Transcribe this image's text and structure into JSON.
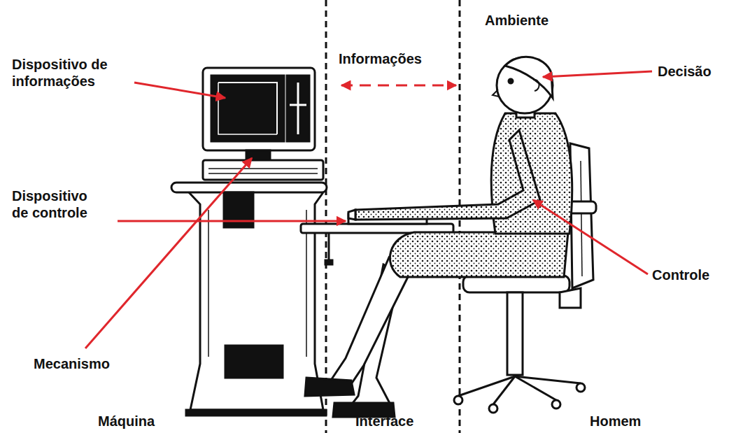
{
  "diagram": {
    "labels": [
      "Ambiente",
      "Informações",
      "Dispositivo de informações",
      "Decisão",
      "Dispositivo de controle",
      "Controle",
      "Mecanismo",
      "Máquina",
      "Interface",
      "Homem"
    ]
  }
}
